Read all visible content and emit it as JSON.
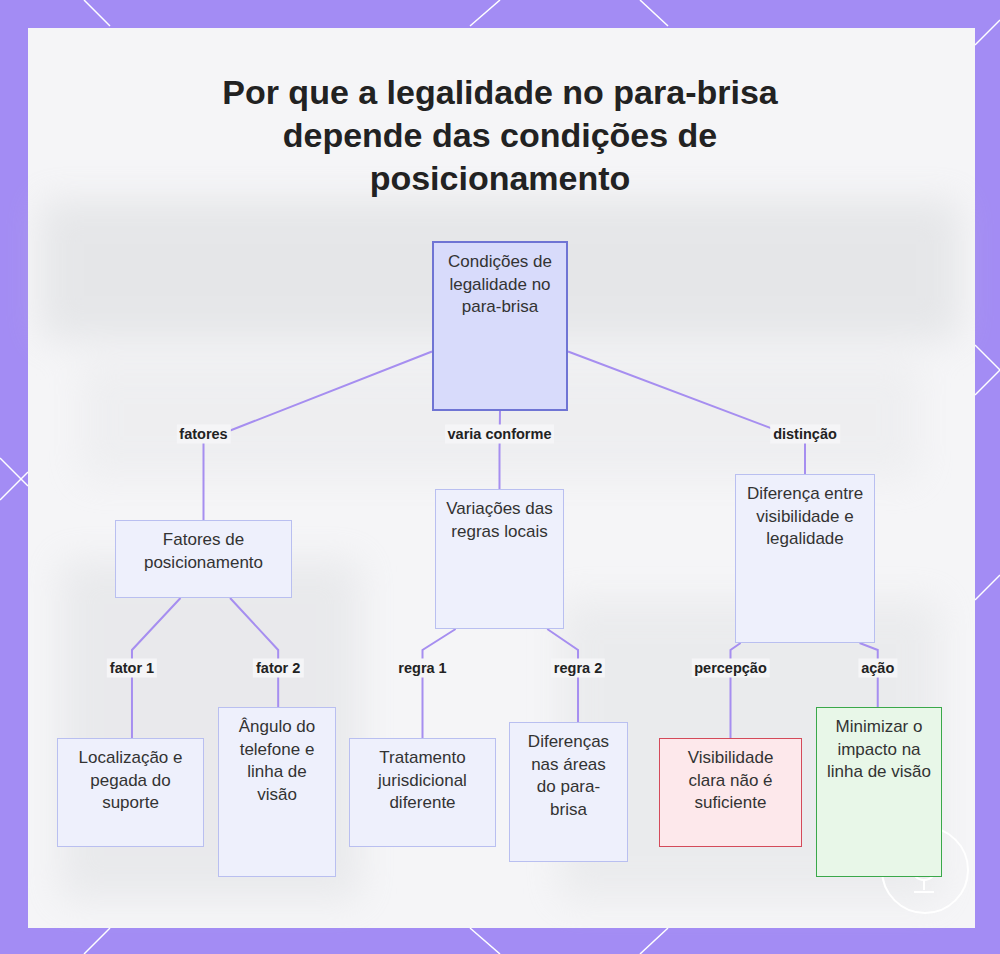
{
  "diagram": {
    "title": "Por que a legalidade no para-brisa depende das condições de posicionamento",
    "nodes": [
      {
        "text": [
          "Condições de legalidade no para-brisa"
        ]
      },
      {
        "text": [
          "Fatores de posicionamento"
        ]
      },
      {
        "text": [
          "Variações das regras locais"
        ]
      },
      {
        "text": [
          "Diferença entre visibilidade e legalidade"
        ]
      },
      {
        "text": [
          "Localização e pegada do suporte"
        ]
      },
      {
        "text": [
          "Ângulo do telefone e linha de visão"
        ]
      },
      {
        "text": [
          "Tratamento jurisdicional diferente"
        ]
      },
      {
        "text": [
          "Diferenças nas áreas do para-brisa"
        ]
      },
      {
        "text": [
          "Visibilidade clara não é suficiente"
        ]
      },
      {
        "text": [
          "Minimizar o impacto na linha de visão"
        ]
      }
    ],
    "edges": [
      {
        "from": 0,
        "to": 1,
        "label": "fatores",
        "arrow": "none"
      },
      {
        "from": 0,
        "to": 2,
        "label": "varia conforme",
        "arrow": "none"
      },
      {
        "from": 0,
        "to": 3,
        "label": "distinção",
        "arrow": "none"
      },
      {
        "from": 1,
        "to": 4,
        "label": "fator 1",
        "arrow": "none"
      },
      {
        "from": 1,
        "to": 5,
        "label": "fator 2",
        "arrow": "none"
      },
      {
        "from": 2,
        "to": 6,
        "label": "regra 1",
        "arrow": "none"
      },
      {
        "from": 2,
        "to": 7,
        "label": "regra 2",
        "arrow": "none"
      },
      {
        "from": 3,
        "to": 8,
        "label": "percepção",
        "arrow": "none"
      },
      {
        "from": 3,
        "to": 9,
        "label": "ação",
        "arrow": "none"
      }
    ]
  }
}
